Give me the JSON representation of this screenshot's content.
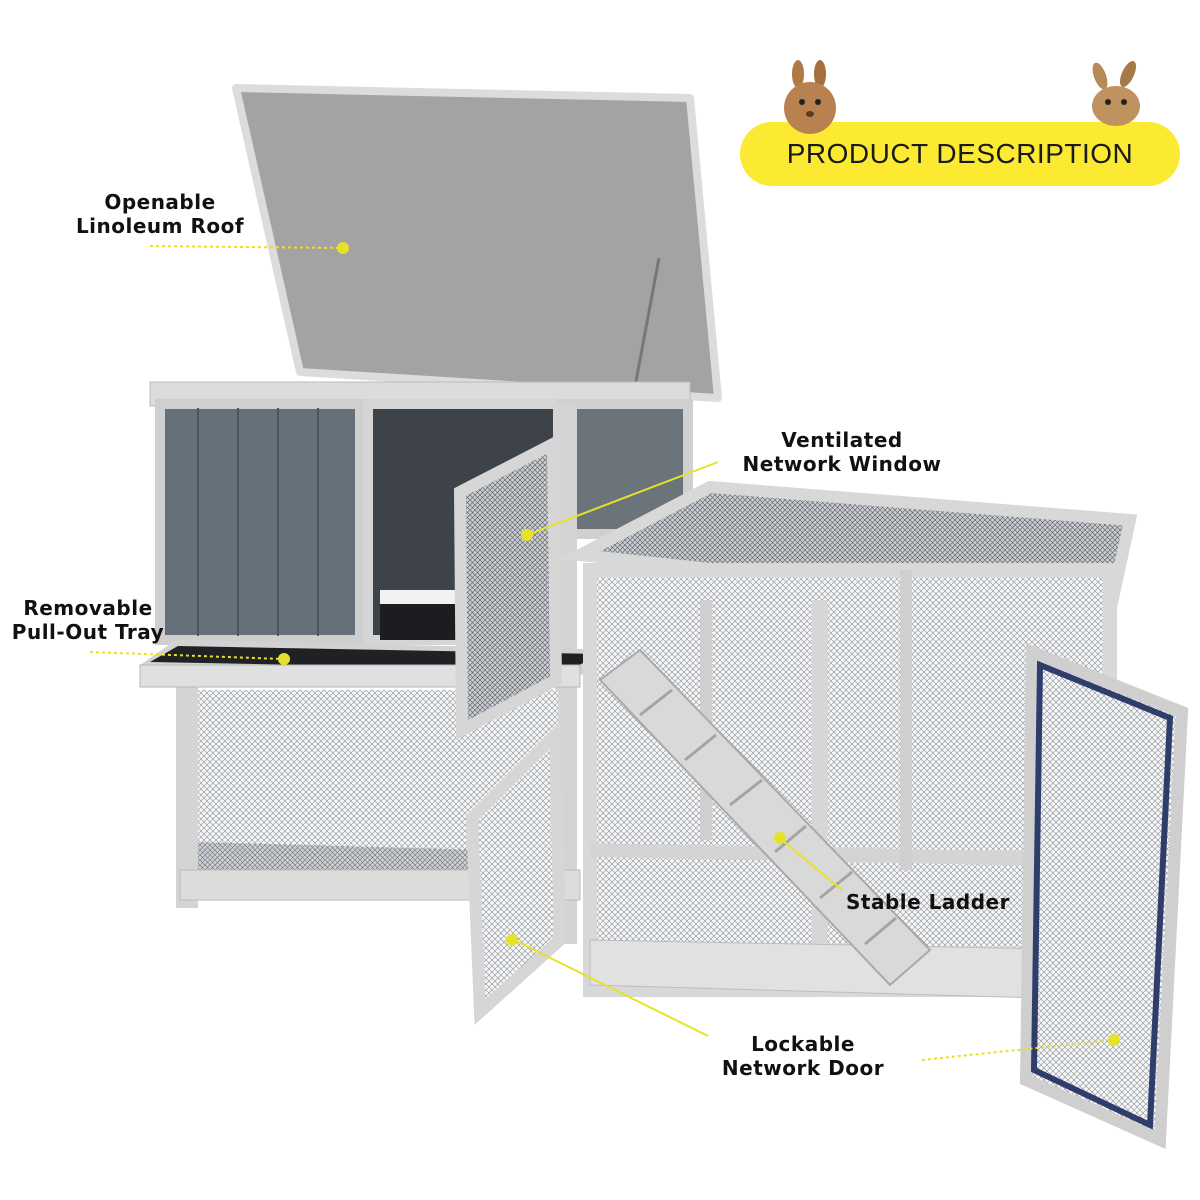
{
  "banner": {
    "title": "PRODUCT DESCRIPTION"
  },
  "callouts": {
    "roof": [
      "Openable",
      "Linoleum Roof"
    ],
    "window": [
      "Ventilated",
      "Network Window"
    ],
    "tray": [
      "Removable",
      "Pull-Out Tray"
    ],
    "ladder": [
      "Stable Ladder"
    ],
    "door": [
      "Lockable",
      "Network Door"
    ]
  },
  "colors": {
    "accent_yellow": "#fbe932",
    "frame_light": "#d9d9d9",
    "panel_grey": "#6a6f77",
    "roof_grey": "#9b9b9b",
    "door_navy": "#2f3d6b"
  },
  "icons": [
    "rabbit-icon",
    "rabbit-icon"
  ]
}
